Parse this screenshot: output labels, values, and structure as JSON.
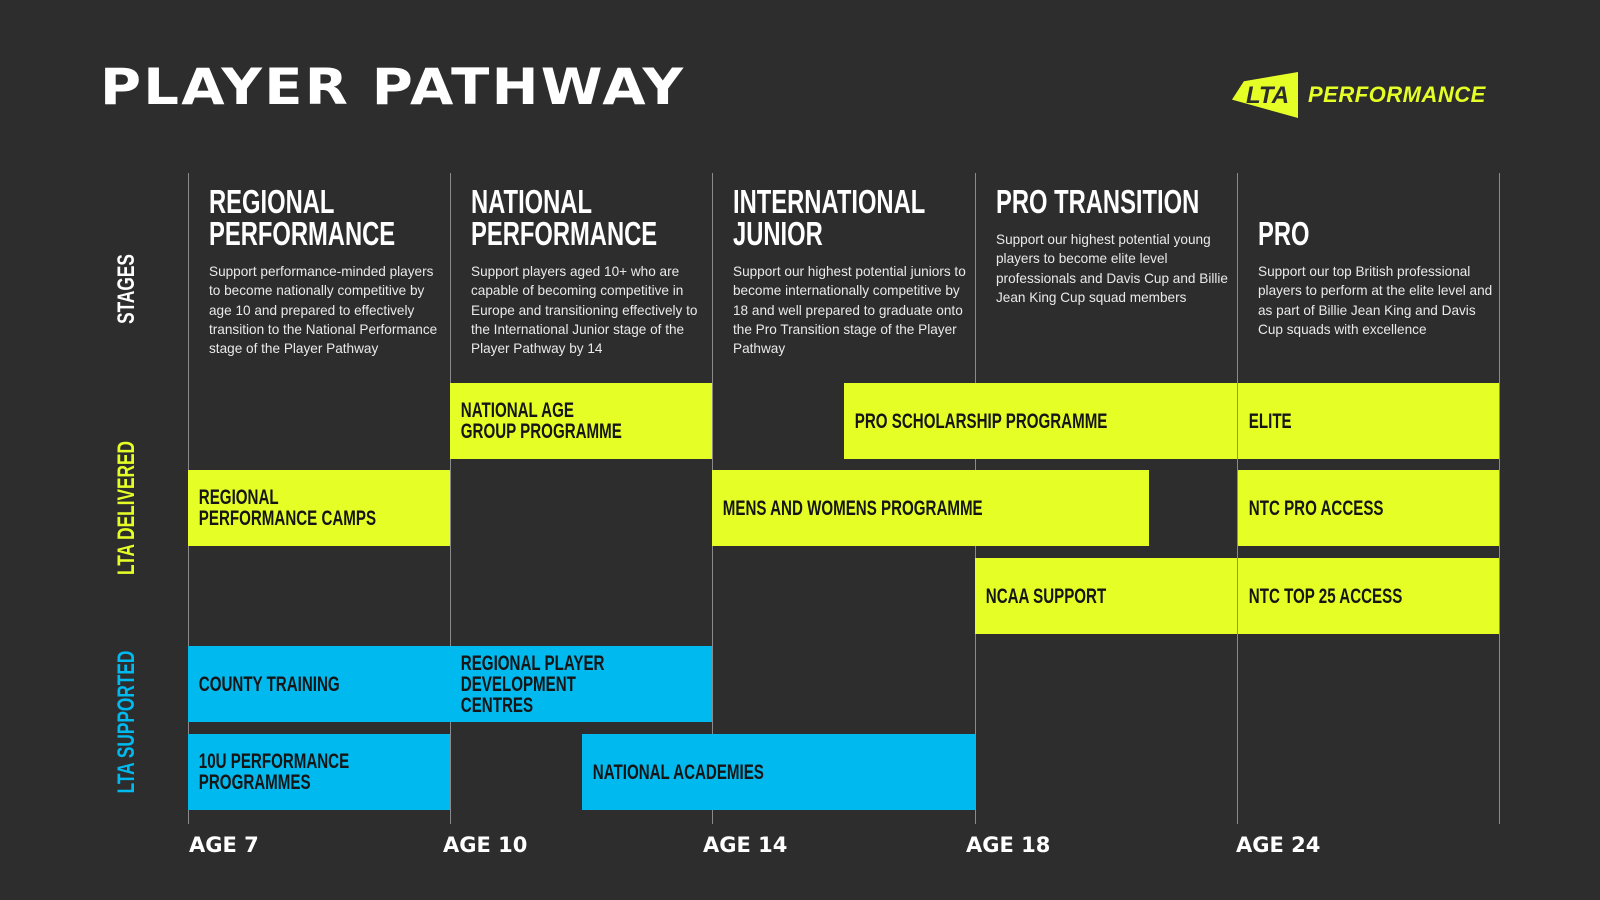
{
  "title": "PLAYER PATHWAY",
  "logo": {
    "mark": "LTA",
    "text": "PERFORMANCE"
  },
  "side_labels": {
    "stages": "STAGES",
    "delivered": "LTA DELIVERED",
    "supported": "LTA SUPPORTED"
  },
  "colors": {
    "background": "#2d2d2d",
    "delivered": "#e5ff26",
    "supported": "#00b9ee"
  },
  "stages": [
    {
      "title": "Regional Performance",
      "desc": "Support performance-minded players to become nationally competitive by age 10 and prepared to effectively transition to the National Performance stage of the Player Pathway"
    },
    {
      "title": "National Performance",
      "desc": "Support players aged 10+ who are capable of becoming competitive in Europe and transitioning effectively to the International Junior stage of the Player Pathway by 14"
    },
    {
      "title": "International Junior",
      "desc": "Support our highest potential juniors to become internationally competitive by 18 and well prepared to graduate onto the Pro Transition stage of the Player Pathway"
    },
    {
      "title": "Pro Transition",
      "desc": "Support our highest potential young players to become elite level professionals and Davis Cup and Billie Jean King Cup squad members"
    },
    {
      "title": "Pro",
      "desc": "Support our top British professional players to perform at the elite level and as part of Billie Jean King and Davis Cup squads with excellence"
    }
  ],
  "programmes": [
    {
      "label": "NATIONAL AGE\nGROUP PROGRAMME",
      "type": "delivered"
    },
    {
      "label": "PRO SCHOLARSHIP PROGRAMME",
      "type": "delivered"
    },
    {
      "label": "ELITE",
      "type": "delivered"
    },
    {
      "label": "REGIONAL PERFORMANCE CAMPS",
      "type": "delivered"
    },
    {
      "label": "MENS AND WOMENS PROGRAMME",
      "type": "delivered"
    },
    {
      "label": "NTC PRO ACCESS",
      "type": "delivered"
    },
    {
      "label": "NCAA SUPPORT",
      "type": "delivered"
    },
    {
      "label": "NTC TOP 25 ACCESS",
      "type": "delivered"
    },
    {
      "label": "COUNTY TRAINING",
      "type": "supported"
    },
    {
      "label": "REGIONAL PLAYER\nDEVELOPMENT CENTRES",
      "type": "supported"
    },
    {
      "label": "10U PERFORMANCE PROGRAMMES",
      "type": "supported"
    },
    {
      "label": "NATIONAL ACADEMIES",
      "type": "supported"
    }
  ],
  "ages": [
    "AGE 7",
    "AGE 10",
    "AGE 14",
    "AGE 18",
    "AGE 24"
  ]
}
